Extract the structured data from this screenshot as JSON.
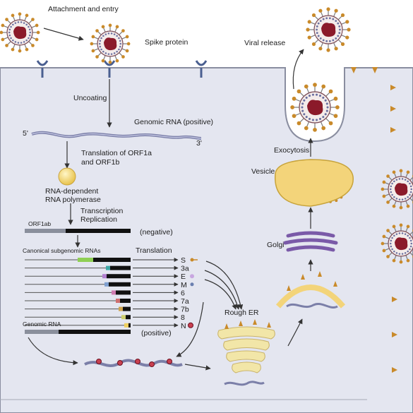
{
  "labels": {
    "attachment_entry": "Attachment and entry",
    "spike_protein": "Spike protein",
    "viral_release": "Viral release",
    "uncoating": "Uncoating",
    "genomic_rna_positive": "Genomic RNA (positive)",
    "five_prime": "5'",
    "three_prime": "3'",
    "translation_orf1a": "Translation of ORF1a",
    "translation_orf1b": "and ORF1b",
    "rdrp_line1": "RNA-dependent",
    "rdrp_line2": "RNA polymerase",
    "transcription": "Transcription",
    "replication": "Replication",
    "orf1ab": "ORF1ab",
    "negative": "(negative)",
    "canonical_subgenomic": "Canonical subgenomic RNAs",
    "translation": "Translation",
    "genomic_rna": "Genomic RNA",
    "positive": "(positive)",
    "rough_er": "Rough ER",
    "golgi": "Golgi",
    "vesicle": "Vesicle",
    "exocytosis": "Exocytosis"
  },
  "subgenomic_genes": [
    "S",
    "3a",
    "E",
    "M",
    "6",
    "7a",
    "7b",
    "8",
    "N"
  ],
  "colors": {
    "cell_fill": "#e4e6f0",
    "cell_border": "#8a8ea0",
    "virion_core": "#8b1a2a",
    "spike": "#c98a2a",
    "vesicle_fill": "#f3d47a",
    "er_fill": "#f2e6a8",
    "golgi": "#7a5aa8",
    "rna_black": "#111111",
    "rna_grey": "#8a8f9c",
    "polymerase": "#f2d46b"
  }
}
